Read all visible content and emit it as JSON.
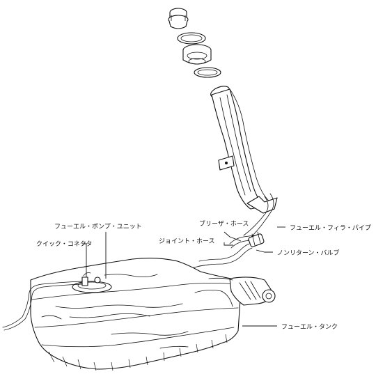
{
  "labels": {
    "fuel_pump_unit": "フューエル・ポンプ・ユニット",
    "quick_connector": "クイック・コネクタ",
    "breather_hose": "ブリーザ・ホース",
    "joint_hose": "ジョイント・ホース",
    "fuel_filler_pipe": "フューエル・フィラ・パイプ",
    "nonreturn_valve": "ノンリターン・バルブ",
    "fuel_tank": "フューエル・タンク"
  }
}
